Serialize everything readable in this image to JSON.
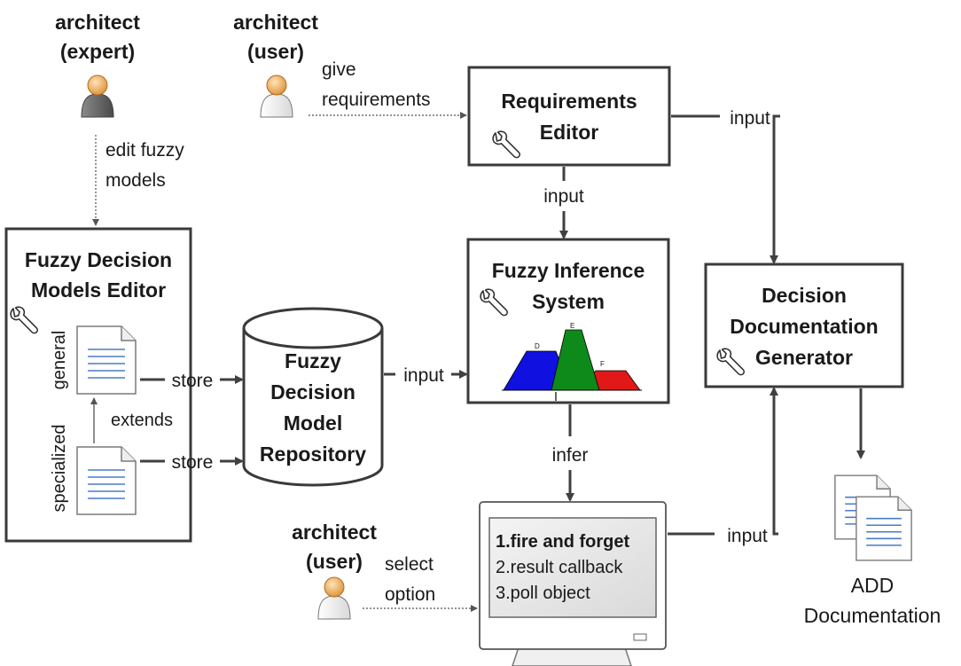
{
  "actors": {
    "expert": {
      "line1": "architect",
      "line2": "(expert)"
    },
    "user_top": {
      "line1": "architect",
      "line2": "(user)"
    },
    "user_bottom": {
      "line1": "architect",
      "line2": "(user)"
    }
  },
  "boxes": {
    "requirements_editor": {
      "line1": "Requirements",
      "line2": "Editor"
    },
    "fuzzy_models_editor": {
      "line1": "Fuzzy Decision",
      "line2": "Models Editor"
    },
    "inference_system": {
      "line1": "Fuzzy Inference",
      "line2": "System"
    },
    "doc_generator": {
      "line1": "Decision",
      "line2": "Documentation",
      "line3": "Generator"
    },
    "repository": {
      "line1": "Fuzzy",
      "line2": "Decision",
      "line3": "Model",
      "line4": "Repository"
    }
  },
  "documents": {
    "general": "general",
    "specialized": "specialized",
    "extends": "extends"
  },
  "fuzzy_chart": {
    "labels": [
      "D",
      "E",
      "F"
    ],
    "colors": [
      "#1010e0",
      "#0d8a1a",
      "#e01818"
    ]
  },
  "monitor_options": [
    "1.fire and forget",
    "2.result callback",
    "3.poll object"
  ],
  "edges": {
    "give_requirements": {
      "line1": "give",
      "line2": "requirements"
    },
    "edit_models": {
      "line1": "edit fuzzy",
      "line2": "models"
    },
    "select_option": {
      "line1": "select",
      "line2": "option"
    },
    "store_top": "store",
    "store_bottom": "store",
    "input_req_to_fis": "input",
    "input_req_to_gen": "input",
    "input_repo_to_fis": "input",
    "input_monitor_to_gen": "input",
    "infer": "infer"
  },
  "output": {
    "line1": "ADD",
    "line2": "Documentation"
  }
}
